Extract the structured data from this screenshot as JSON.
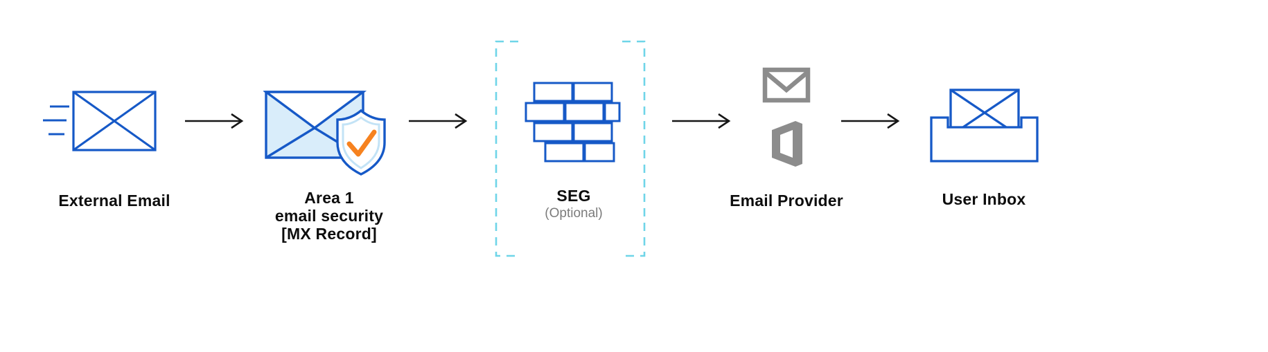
{
  "diagram": {
    "nodes": [
      {
        "id": "external-email",
        "label": "External Email",
        "icon": "incoming-envelope-icon"
      },
      {
        "id": "area1-email-security",
        "label_lines": [
          "Area 1",
          "email security",
          "[MX Record]"
        ],
        "icon": "envelope-shield-check-icon"
      },
      {
        "id": "seg",
        "label": "SEG",
        "sublabel": "(Optional)",
        "icon": "firewall-bricks-icon",
        "boundary": "dashed-optional-brackets"
      },
      {
        "id": "email-provider",
        "label": "Email Provider",
        "icons": [
          "gmail-icon",
          "office-icon"
        ]
      },
      {
        "id": "user-inbox",
        "label": "User Inbox",
        "icon": "inbox-tray-envelope-icon"
      }
    ],
    "connectors": [
      {
        "id": "arrow-1",
        "from": "external-email",
        "to": "area1-email-security"
      },
      {
        "id": "arrow-2",
        "from": "area1-email-security",
        "to": "seg"
      },
      {
        "id": "arrow-3",
        "from": "seg",
        "to": "email-provider"
      },
      {
        "id": "arrow-4",
        "from": "email-provider",
        "to": "user-inbox"
      }
    ]
  },
  "colors": {
    "primary_blue": "#1659c7",
    "light_blue_fill": "#d9edfa",
    "light_blue_stroke": "#c3e3f6",
    "cyan_dashed": "#6fd5e8",
    "orange_check": "#f6821f",
    "gray_icon": "#8c8c8c",
    "arrow_black": "#161616",
    "label_text": "#0d0d0d",
    "sublabel_text": "#7b7b7b"
  }
}
